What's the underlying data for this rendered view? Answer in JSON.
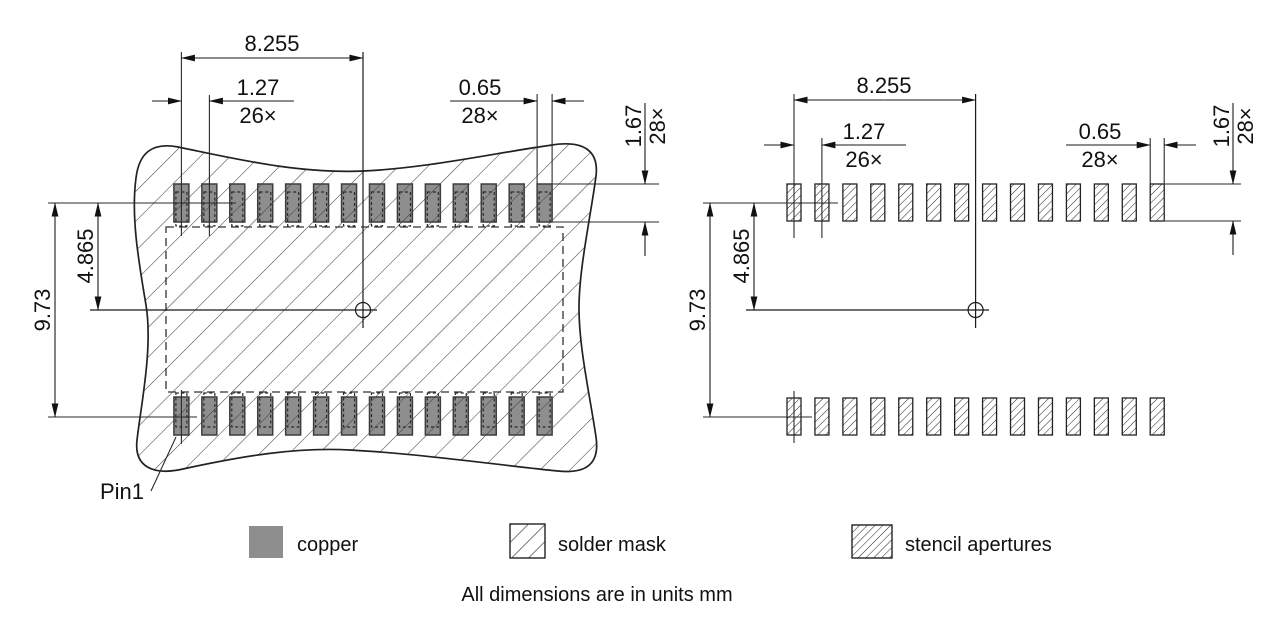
{
  "dims": {
    "span": "8.255",
    "pitch": "1.27",
    "pitch_count": "26×",
    "pad_width": "0.65",
    "pad_width_count": "28×",
    "pad_height": "1.67",
    "pad_height_count": "28×",
    "row_span": "9.73",
    "half_row": "4.865"
  },
  "labels": {
    "pin1": "Pin1"
  },
  "footprint": {
    "pads_per_row": 14,
    "rows": 2,
    "total_pads": 28,
    "pitch_mm": 1.27,
    "pad_width_mm": 0.65,
    "pad_height_mm": 1.67,
    "row_span_mm": 9.73,
    "center_offset_mm": 4.865,
    "span_mm": 8.255
  },
  "legend": {
    "items": [
      {
        "label": "copper",
        "swatch": "copper-solid"
      },
      {
        "label": "solder mask",
        "swatch": "sparse-hatch"
      },
      {
        "label": "stencil apertures",
        "swatch": "dense-hatch"
      }
    ]
  },
  "footer": {
    "note": "All dimensions are in units mm"
  },
  "colors": {
    "copper": "#8e8e8e",
    "pad_border": "#3d3d3d",
    "line": "#1a1a1a",
    "background": "#ffffff"
  }
}
